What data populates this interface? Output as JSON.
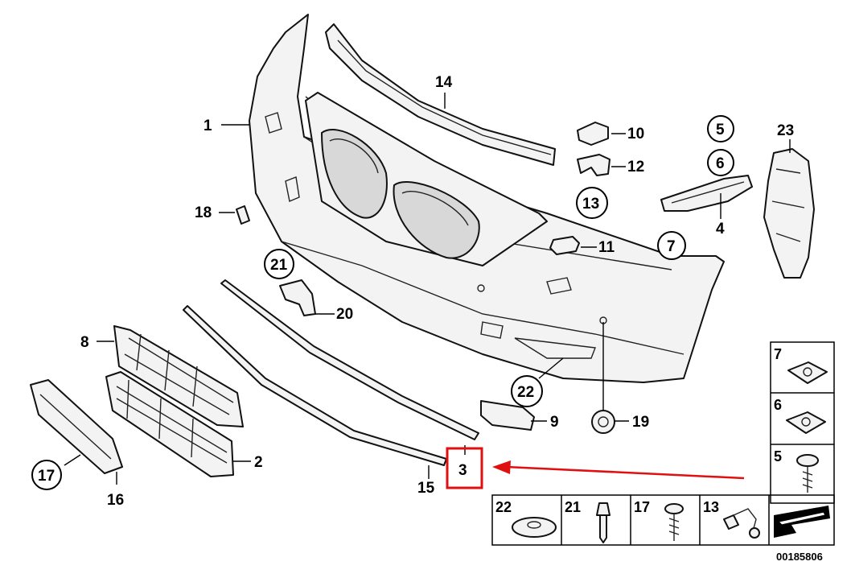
{
  "diagram": {
    "callouts": {
      "c1": "1",
      "c2": "2",
      "c3": "3",
      "c4": "4",
      "c5": "5",
      "c6": "6",
      "c7": "7",
      "c8": "8",
      "c9": "9",
      "c10": "10",
      "c11": "11",
      "c12": "12",
      "c13": "13",
      "c14": "14",
      "c15": "15",
      "c16": "16",
      "c17": "17",
      "c18": "18",
      "c19": "19",
      "c20": "20",
      "c21": "21",
      "c22": "22",
      "c23": "23"
    },
    "legend_right": {
      "r7": "7",
      "r6": "6",
      "r5": "5"
    },
    "legend_bottom": {
      "b22": "22",
      "b21": "21",
      "b17": "17",
      "b13": "13"
    },
    "diagram_code": "00185806",
    "highlight": {
      "label": "3",
      "color": "#e01010"
    }
  }
}
